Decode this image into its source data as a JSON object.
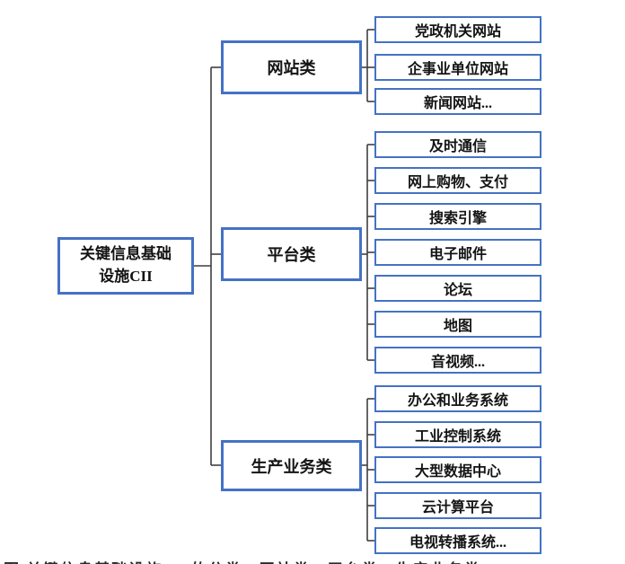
{
  "colors": {
    "box_border": "#4472c4",
    "box_fill": "#ffffff",
    "text": "#141414",
    "connector": "#3f3f3f"
  },
  "root": {
    "label_line1": "关键信息基础",
    "label_line2": "设施CII"
  },
  "groups": [
    {
      "category": "网站类",
      "leaves": [
        "党政机关网站",
        "企事业单位网站",
        "新闻网站..."
      ]
    },
    {
      "category": "平台类",
      "leaves": [
        "及时通信",
        "网上购物、支付",
        "搜索引擎",
        "电子邮件",
        "论坛",
        "地图",
        "音视频..."
      ]
    },
    {
      "category": "生产业务类",
      "leaves": [
        "办公和业务系统",
        "工业控制系统",
        "大型数据中心",
        "云计算平台",
        "电视转播系统..."
      ]
    }
  ],
  "caption_clipped": "图 关键信息基础设施CII的分类：网站类、平台类、生产业务类"
}
